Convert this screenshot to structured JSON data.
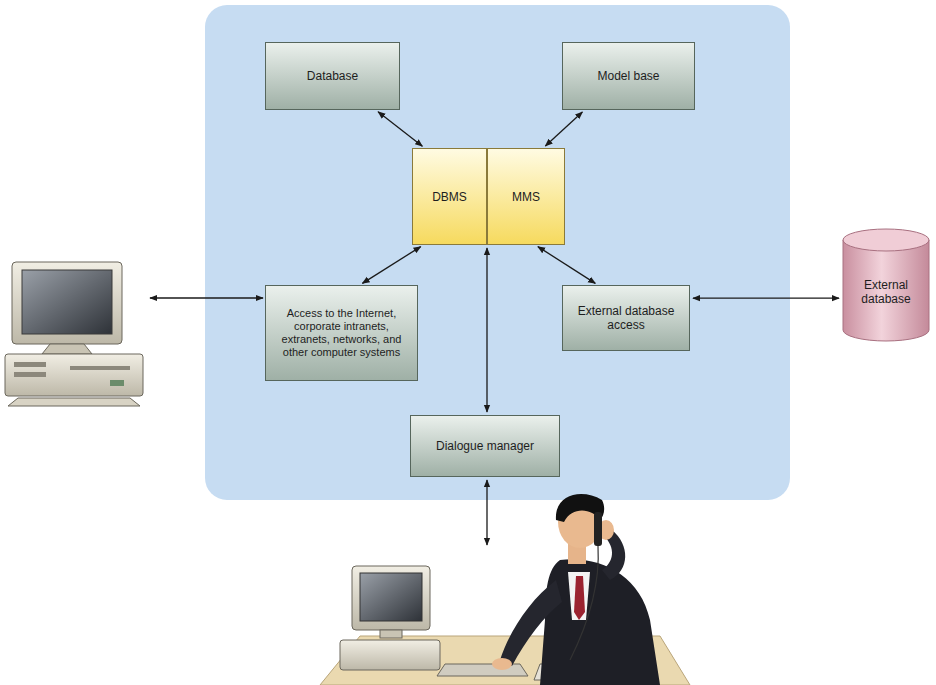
{
  "diagram": {
    "nodes": [
      {
        "text": [
          "Database"
        ]
      },
      {
        "text": [
          "Model base"
        ]
      },
      {
        "text": [
          "DBMS"
        ]
      },
      {
        "text": [
          "MMS"
        ]
      },
      {
        "text": [
          "Access to the Internet, corporate intranets, extranets, networks, and other computer systems"
        ]
      },
      {
        "text": [
          "External database access"
        ]
      },
      {
        "text": [
          "Dialogue manager"
        ]
      },
      {
        "text": [
          "External database"
        ]
      }
    ],
    "edges": [
      {
        "from": 0,
        "to": 2,
        "arrow": "both"
      },
      {
        "from": 1,
        "to": 3,
        "arrow": "both"
      },
      {
        "from": 2,
        "to": 4,
        "arrow": "both"
      },
      {
        "from": 3,
        "to": 5,
        "arrow": "both"
      },
      {
        "from": 2,
        "to": 6,
        "arrow": "both"
      },
      {
        "from": 5,
        "to": 7,
        "arrow": "both"
      }
    ]
  }
}
